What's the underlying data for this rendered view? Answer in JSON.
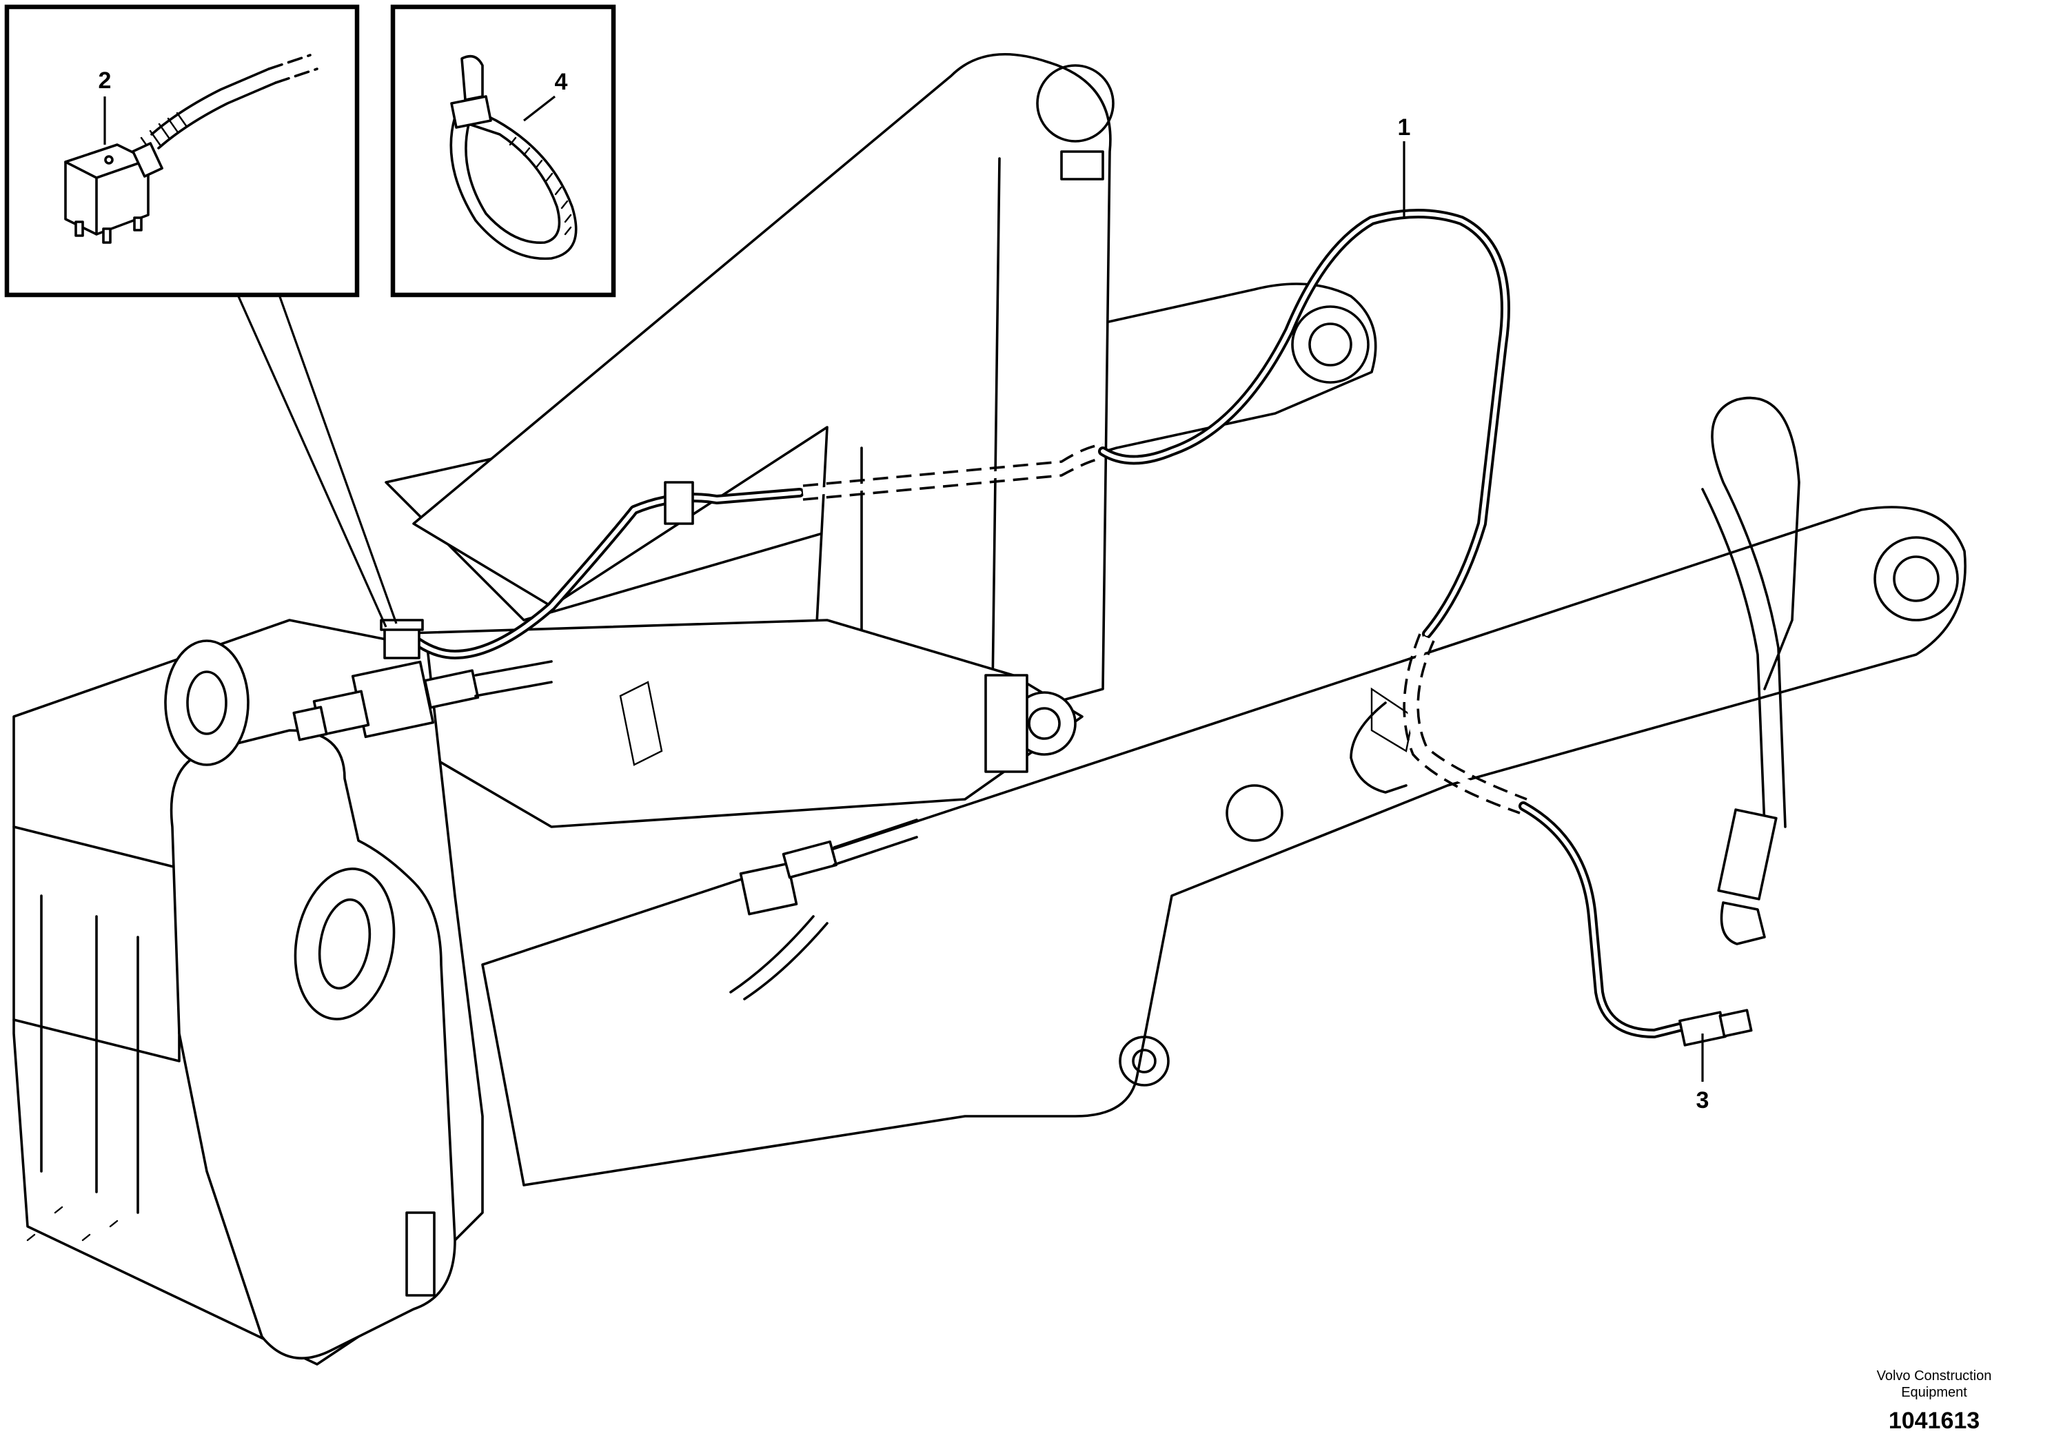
{
  "figure": {
    "title": "",
    "document_number": "1041613",
    "credit_line_1": "Volvo Construction",
    "credit_line_2": "Equipment"
  },
  "callouts": [
    {
      "id": "1",
      "label": "1"
    },
    {
      "id": "2",
      "label": "2"
    },
    {
      "id": "3",
      "label": "3"
    },
    {
      "id": "4",
      "label": "4"
    }
  ],
  "detail_views": {
    "left_item": "2",
    "right_item": "4"
  },
  "colors": {
    "ink": "#000000",
    "paper": "#ffffff"
  }
}
